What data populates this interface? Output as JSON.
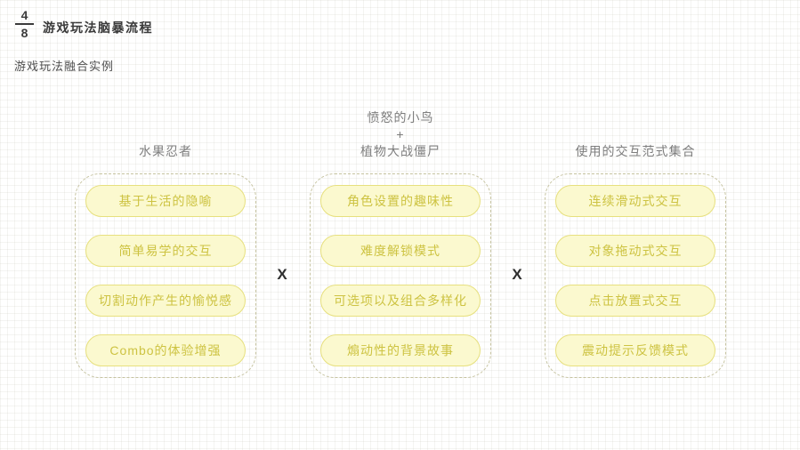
{
  "header": {
    "page_current": "4",
    "page_total": "8",
    "title": "游戏玩法脑暴流程",
    "subtitle": "游戏玩法融合实例"
  },
  "columns": [
    {
      "title_lines": [
        "水果忍者"
      ],
      "items": [
        "基于生活的隐喻",
        "简单易学的交互",
        "切割动作产生的愉悦感",
        "Combo的体验增强"
      ]
    },
    {
      "title_lines": [
        "愤怒的小鸟",
        "+",
        "植物大战僵尸"
      ],
      "items": [
        "角色设置的趣味性",
        "难度解锁模式",
        "可选项以及组合多样化",
        "煽动性的背景故事"
      ]
    },
    {
      "title_lines": [
        "使用的交互范式集合"
      ],
      "items": [
        "连续滑动式交互",
        "对象拖动式交互",
        "点击放置式交互",
        "震动提示反馈模式"
      ]
    }
  ],
  "separators": [
    "X",
    "X"
  ],
  "colors": {
    "pill_fill": "#fbf9cf",
    "pill_border": "#e7e07e",
    "pill_text": "#cdc342",
    "container_border": "#c6c3a0",
    "heading_text": "#3a3a3a",
    "column_title_text": "#7e7e7e",
    "separator_text": "#2e2e2e",
    "grid_line": "#e9e8e2"
  }
}
